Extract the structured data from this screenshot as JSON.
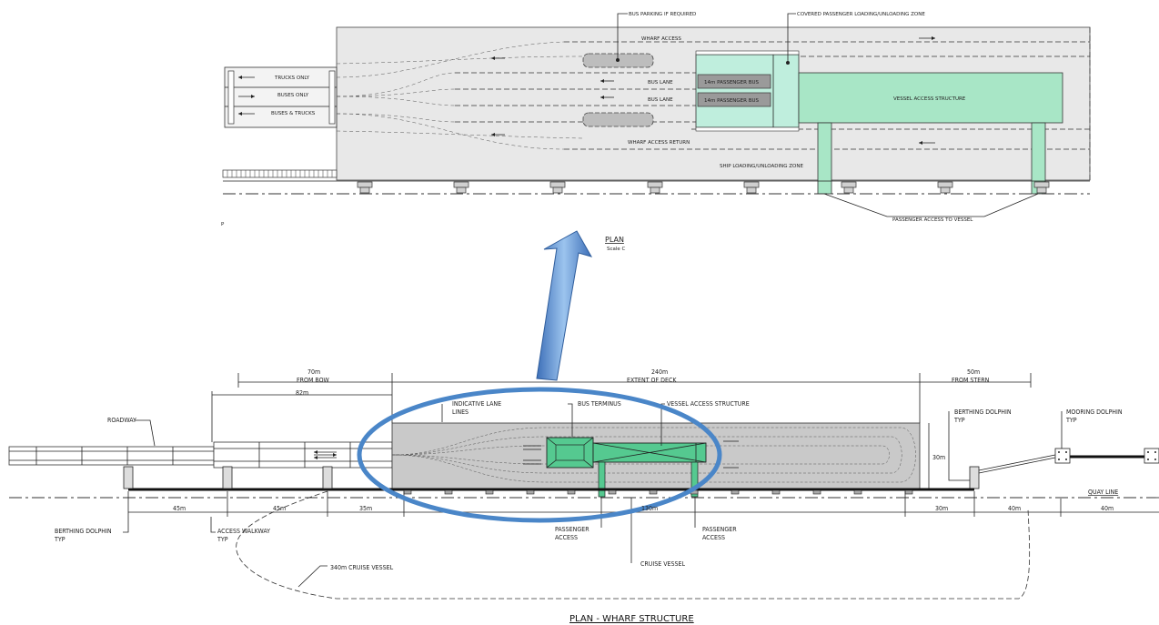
{
  "top_plan": {
    "labels": {
      "bus_parking": "BUS PARKING IF REQUIRED",
      "covered_zone": "COVERED PASSENGER LOADING/UNLOADING ZONE",
      "wharf_access": "WHARF ACCESS",
      "trucks_only": "TRUCKS ONLY",
      "buses_only": "BUSES ONLY",
      "buses_trucks": "BUSES & TRUCKS",
      "bus_lane_1": "BUS LANE",
      "bus_lane_2": "BUS LANE",
      "passenger_bus_1": "14m PASSENGER BUS",
      "passenger_bus_2": "14m PASSENGER BUS",
      "vessel_access_structure": "VESSEL ACCESS STRUCTURE",
      "wharf_access_return": "WHARF ACCESS RETURN",
      "ship_loading_zone": "SHIP LOADING/UNLOADING ZONE",
      "passenger_access": "PASSENGER ACCESS TO VESSEL",
      "plan_title": "PLAN",
      "plan_scale": "Scale C",
      "corner_note": "P"
    }
  },
  "bottom_plan": {
    "dims": {
      "from_bow_value": "70m",
      "from_bow_label": "FROM BOW",
      "d_82": "82m",
      "deck_value": "240m",
      "deck_label": "EXTENT OF DECK",
      "stern_value": "50m",
      "stern_label": "FROM STERN",
      "d_45a": "45m",
      "d_45b": "45m",
      "d_35": "35m",
      "d_mid": "130m",
      "d_30": "30m",
      "d_40a": "40m",
      "d_40b": "40m",
      "d_30v": "30m"
    },
    "labels": {
      "roadway": "ROADWAY",
      "indicative_1": "INDICATIVE LANE",
      "indicative_2": "LINES",
      "bus_terminus": "BUS TERMINUS",
      "vessel_access": "VESSEL ACCESS STRUCTURE",
      "berthing_top_1": "BERTHING DOLPHIN",
      "berthing_top_2": "TYP",
      "mooring_1": "MOORING DOLPHIN",
      "mooring_2": "TYP",
      "quay_line": "QUAY LINE",
      "berthing_bl_1": "BERTHING DOLPHIN",
      "berthing_bl_2": "TYP",
      "access_walk_1": "ACCESS WALKWAY",
      "access_walk_2": "TYP",
      "pass_access_l1": "PASSENGER",
      "pass_access_l2": "ACCESS",
      "pass_access_r1": "PASSENGER",
      "pass_access_r2": "ACCESS",
      "cruise_vessel_cl": "CRUISE VESSEL",
      "cruise_vessel": "340m CRUISE VESSEL"
    },
    "title": "PLAN - WHARF STRUCTURE"
  },
  "colors": {
    "deck_gray": "#e6e6e6",
    "wharf_gray": "#c9c9c9",
    "structure_green": "#a8e6c6",
    "structure_green_dark": "#55c990",
    "highlight_blue": "#4a86c8",
    "arrow_blue": "#6f9fdc"
  }
}
